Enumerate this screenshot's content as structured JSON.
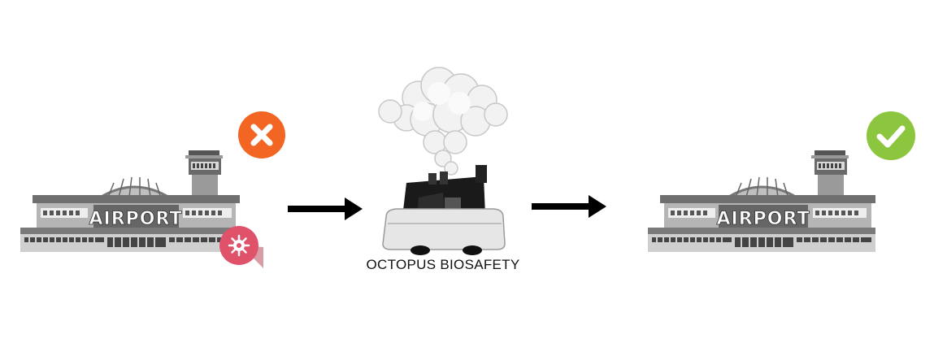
{
  "airport_left": {
    "sign": "AIRPORT",
    "status": "contaminated"
  },
  "airport_right": {
    "sign": "AIRPORT",
    "status": "disinfected"
  },
  "robot": {
    "caption": "OCTOPUS BIOSAFETY"
  },
  "colors": {
    "x_badge": "#f26522",
    "check_badge": "#8cc63f",
    "virus_badge": "#e0516a",
    "arrow": "#000000",
    "building": "#8a8a8a"
  },
  "icons": {
    "x_badge": "close-icon",
    "check_badge": "check-icon",
    "virus": "virus-icon",
    "arrow": "arrow-right-icon"
  }
}
